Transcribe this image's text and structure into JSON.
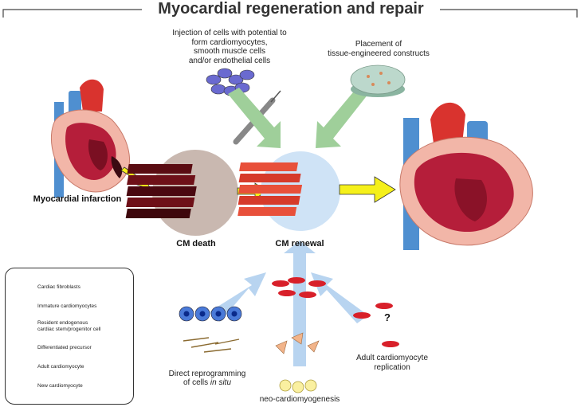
{
  "title": "Myocardial regeneration and repair",
  "labels": {
    "injection": "Injection of cells with potential to\nform cardiomyocytes,\nsmooth muscle cells\nand/or endothelial cells",
    "placement": "Placement of\ntissue-engineered constructs",
    "myocardial_infarction": "Myocardial infarction",
    "cm_death": "CM death",
    "cm_renewal": "CM renewal",
    "direct_reprogramming": "Direct reprogramming\nof cells",
    "in_situ": "in situ",
    "neo_cardiomyogenesis": "neo-cardiomyogenesis",
    "adult_replication": "Adult cardiomyocyte\nreplication",
    "question_mark": "?"
  },
  "legend": [
    {
      "icon": "fibroblast-icon",
      "label": "Cardiac fibroblasts"
    },
    {
      "icon": "immature-cardiomyocyte-icon",
      "label": "Immature cardiomyocytes"
    },
    {
      "icon": "progenitor-cell-icon",
      "label": "Resident endogenous\ncardiac stem/progenitor cell"
    },
    {
      "icon": "precursor-icon",
      "label": "Differentiated precursor"
    },
    {
      "icon": "adult-cardiomyocyte-icon",
      "label": "Adult cardiomyocyte"
    },
    {
      "icon": "new-cardiomyocyte-icon",
      "label": "New cardiomyocyte"
    }
  ],
  "colors": {
    "heart_red": "#c8203a",
    "vessel_blue": "#4f8fd0",
    "arrow_yellow": "#f5f01a",
    "arrow_green": "#9fcf9a",
    "arrow_blue": "#b8d4f0",
    "death_circle": "#c9b8b0",
    "renewal_circle": "#cfe3f6"
  }
}
